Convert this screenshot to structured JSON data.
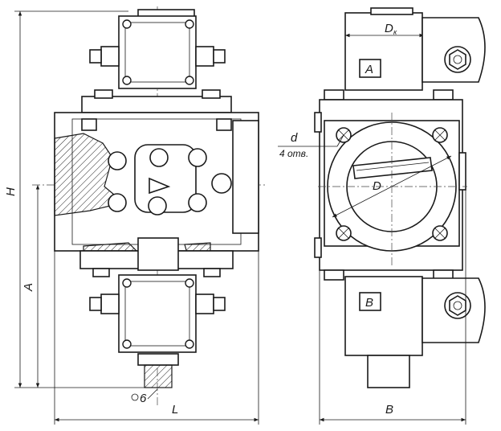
{
  "dimensions": {
    "height_label": "H",
    "a_label": "A",
    "length_label": "L",
    "width_label": "B",
    "diameter_label": "D",
    "hole_diameter_label": "d",
    "holes_note": "4 отв.",
    "dk_main": "D",
    "dk_sub": "к",
    "nozzle_label": "6"
  },
  "blocks": {
    "top_label": "A",
    "bottom_label": "B"
  }
}
